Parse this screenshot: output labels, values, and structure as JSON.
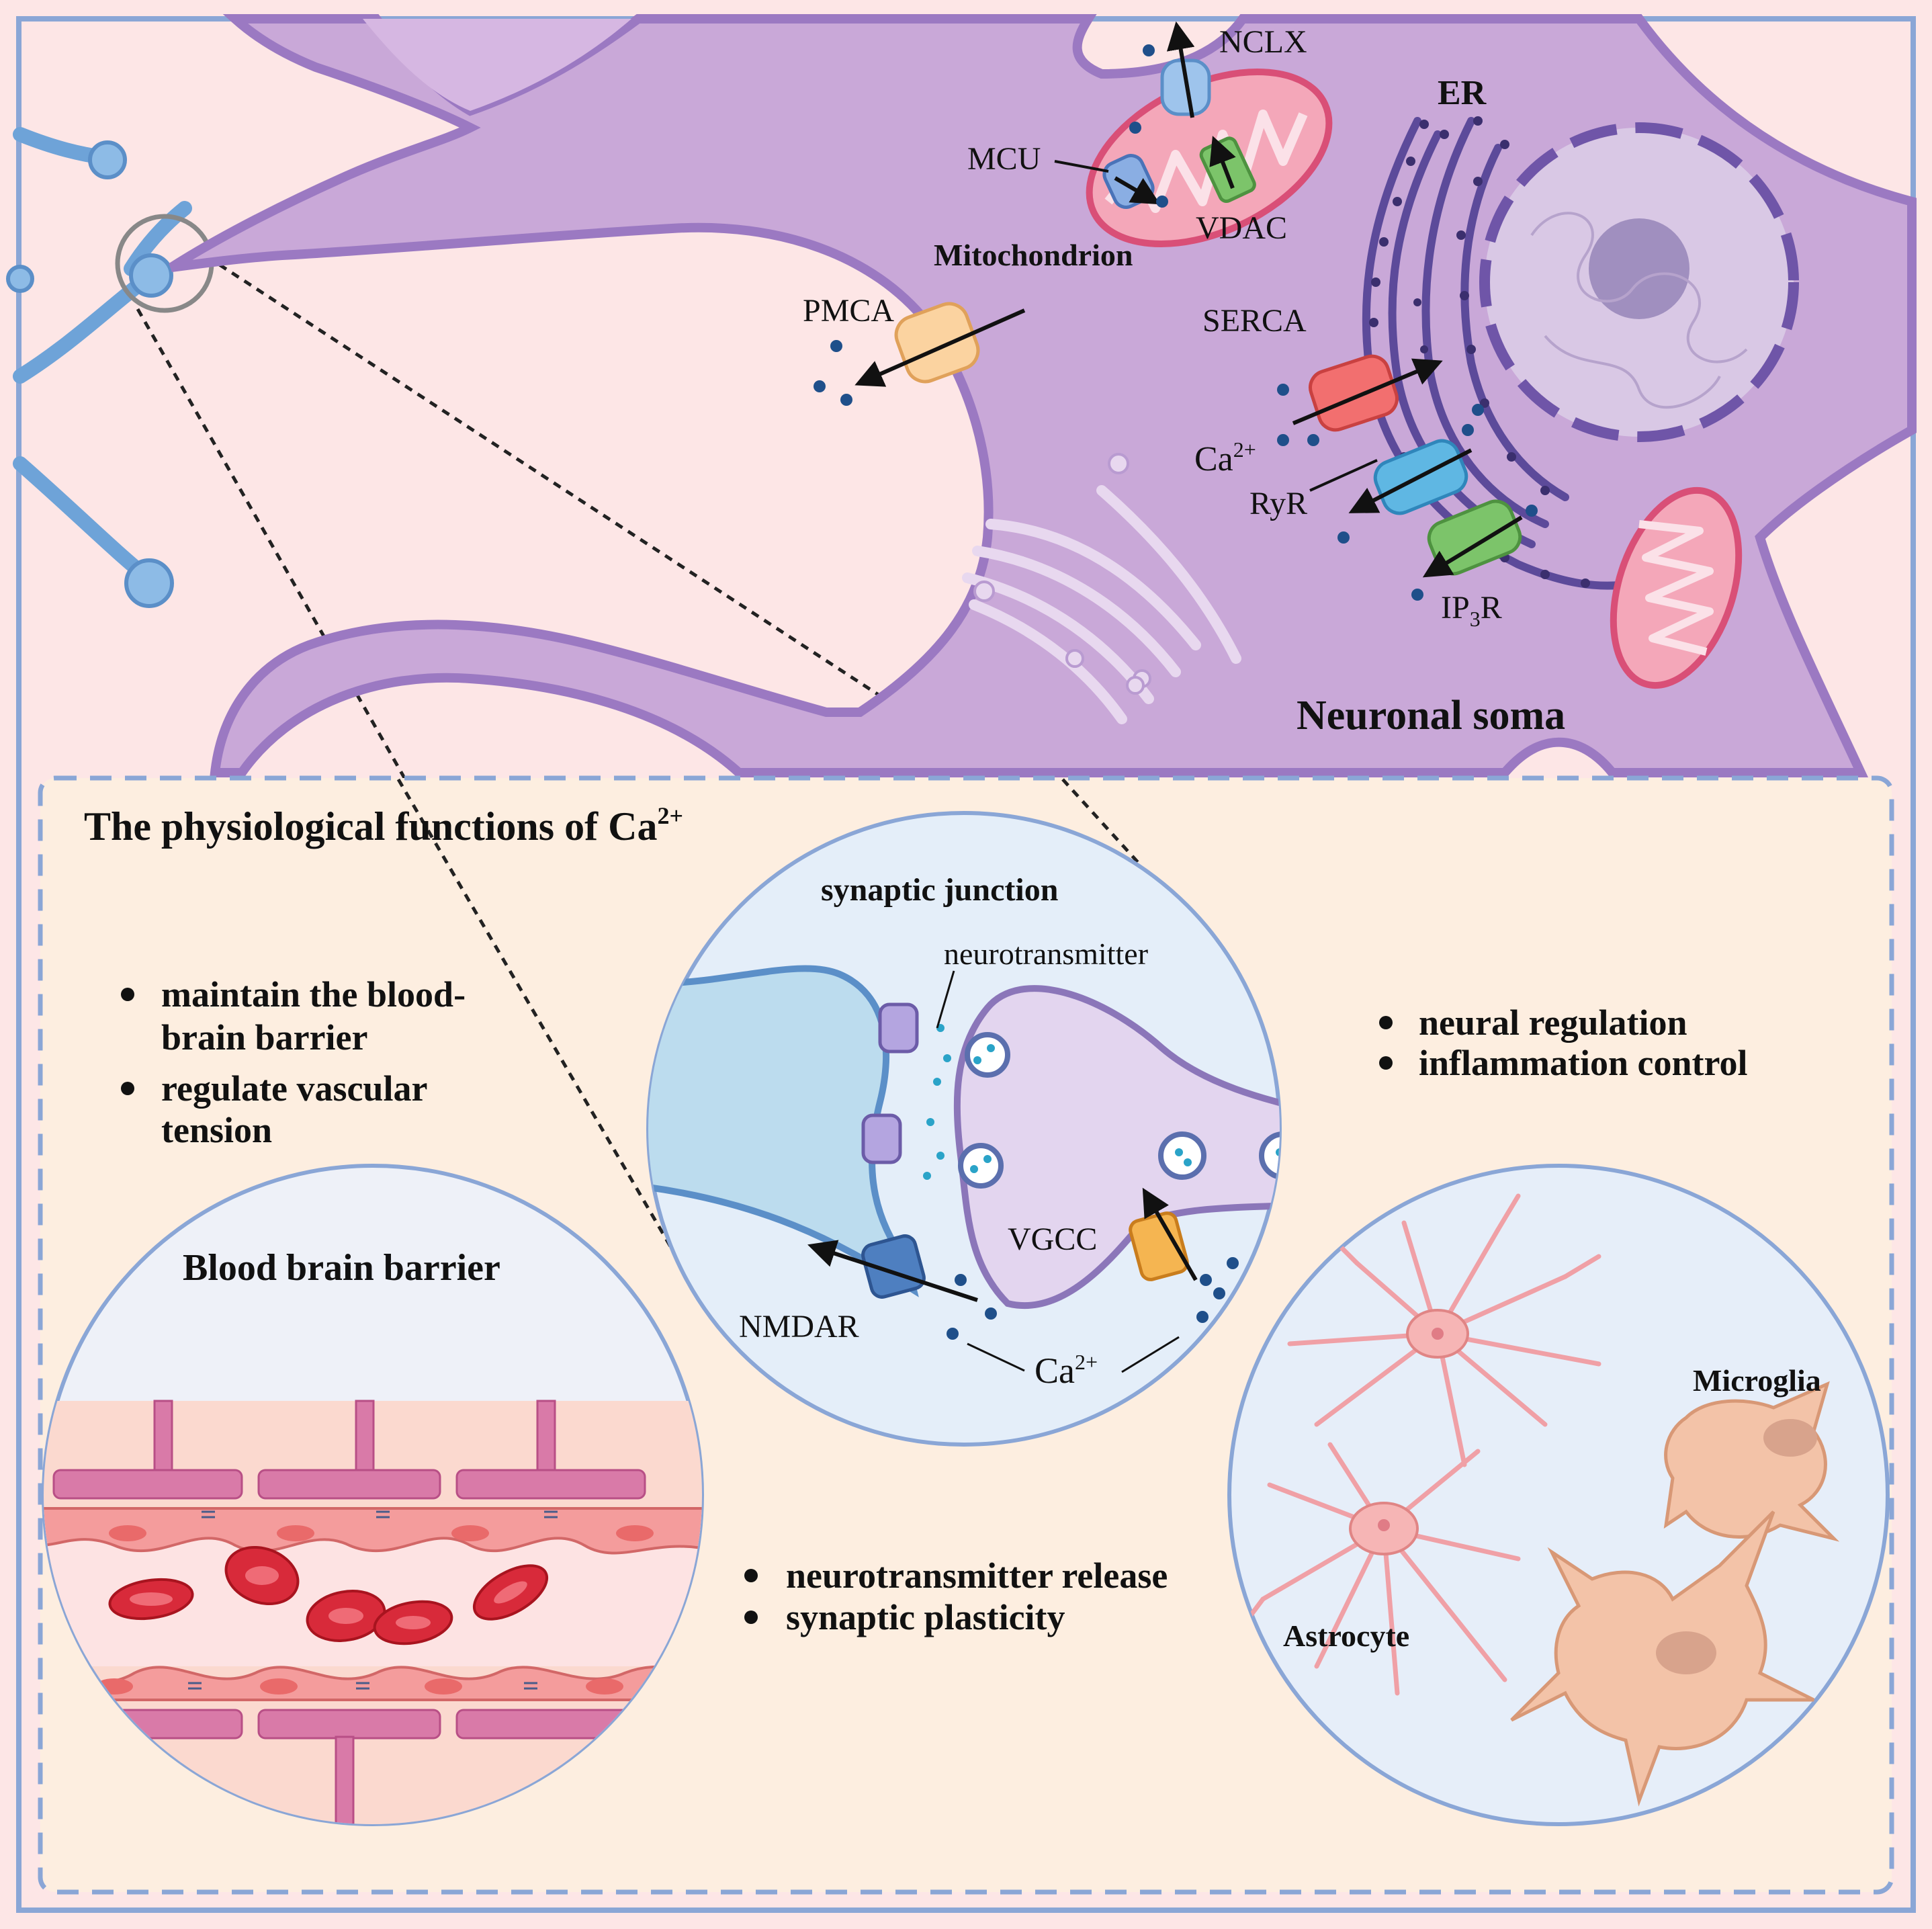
{
  "soma": {
    "ncl": "NCLX",
    "er": "ER",
    "mcu": "MCU",
    "vdac": "VDAC",
    "mitochondrion": "Mitochondrion",
    "pmca": "PMCA",
    "serca": "SERCA",
    "ca_base": "Ca",
    "ca_sup": "2+",
    "ryr": "RyR",
    "ip3r_a": "IP",
    "ip3r_sub": "3",
    "ip3r_b": "R",
    "soma_label": "Neuronal soma"
  },
  "functions": {
    "title_base": "The physiological functions of Ca",
    "title_sup": "2+",
    "left_bullets": [
      "maintain the blood-",
      "brain barrier",
      "regulate vascular",
      "tension"
    ],
    "right_bullets": [
      "neural regulation",
      "inflammation control"
    ],
    "bottom_bullets": [
      "neurotransmitter release",
      "synaptic plasticity"
    ]
  },
  "synapse": {
    "title": "synaptic junction",
    "neurotransmitter": "neurotransmitter",
    "vgcc": "VGCC",
    "nmdar": "NMDAR",
    "ca_base": "Ca",
    "ca_sup": "2+"
  },
  "bbb": {
    "title": "Blood brain barrier"
  },
  "glia": {
    "microglia": "Microglia",
    "astrocyte": "Astrocyte"
  },
  "colors": {
    "cell_body": "#c9a8d8",
    "cell_outline": "#9b79c2",
    "page_bg": "#fde6e6",
    "panel_bg": "#fdeee0",
    "dash": "#8aa6d6",
    "ca_dot": "#1f4f8a"
  }
}
